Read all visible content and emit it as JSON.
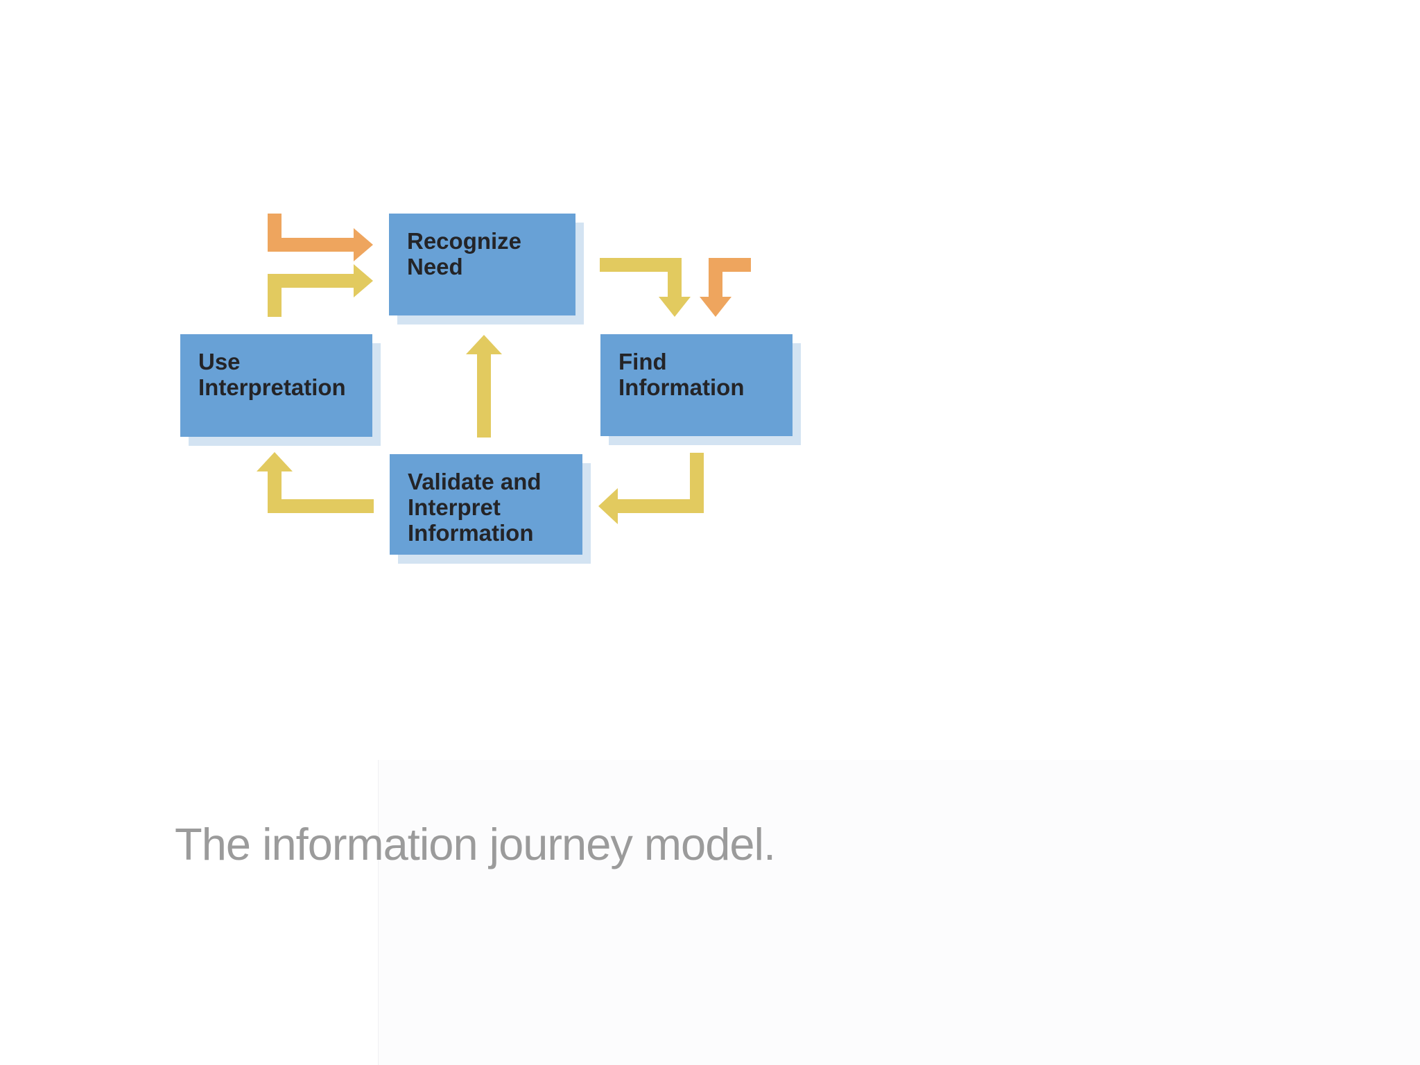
{
  "colors": {
    "background": "#ffffff",
    "box_fill": "#68a1d6",
    "box_shadow": "#d3e3f2",
    "arrow_yellow": "#e2ca5f",
    "arrow_orange": "#eea55e",
    "box_text": "#242427",
    "caption_text": "#9b9b9b"
  },
  "diagram": {
    "nodes": [
      {
        "id": "recognize-need",
        "label": "Recognize\nNeed"
      },
      {
        "id": "find-information",
        "label": "Find\nInformation"
      },
      {
        "id": "validate-interpret-information",
        "label": "Validate and\nInterpret\nInformation"
      },
      {
        "id": "use-interpretation",
        "label": "Use\nInterpretation"
      }
    ],
    "edges": [
      {
        "from": "use-interpretation",
        "to": "recognize-need",
        "color": "yellow"
      },
      {
        "from": "external-entry",
        "to": "recognize-need",
        "color": "orange"
      },
      {
        "from": "recognize-need",
        "to": "find-information",
        "color": "yellow"
      },
      {
        "from": "external-entry",
        "to": "find-information",
        "color": "orange"
      },
      {
        "from": "find-information",
        "to": "validate-interpret-information",
        "color": "yellow"
      },
      {
        "from": "validate-interpret-information",
        "to": "use-interpretation",
        "color": "yellow"
      },
      {
        "from": "validate-interpret-information",
        "to": "recognize-need",
        "color": "yellow"
      }
    ]
  },
  "caption": {
    "text": "The information journey model."
  }
}
